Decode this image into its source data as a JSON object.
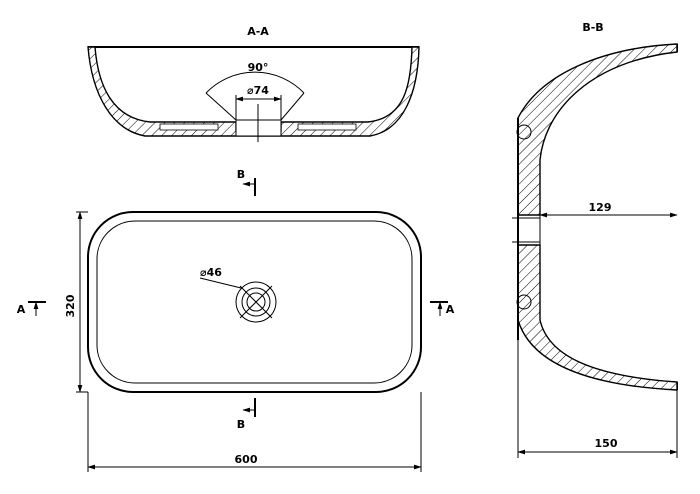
{
  "views": {
    "section_aa": {
      "title": "A-A",
      "angle": "90°",
      "drain_dia": "⌀74"
    },
    "section_bb": {
      "title": "B-B",
      "depth": "129",
      "height": "150"
    },
    "plan": {
      "cut_b_top": "B",
      "cut_b_bottom": "B",
      "cut_a_left": "A",
      "cut_a_right": "A",
      "drain_dia": "⌀46",
      "width": "600",
      "depth": "320"
    }
  }
}
